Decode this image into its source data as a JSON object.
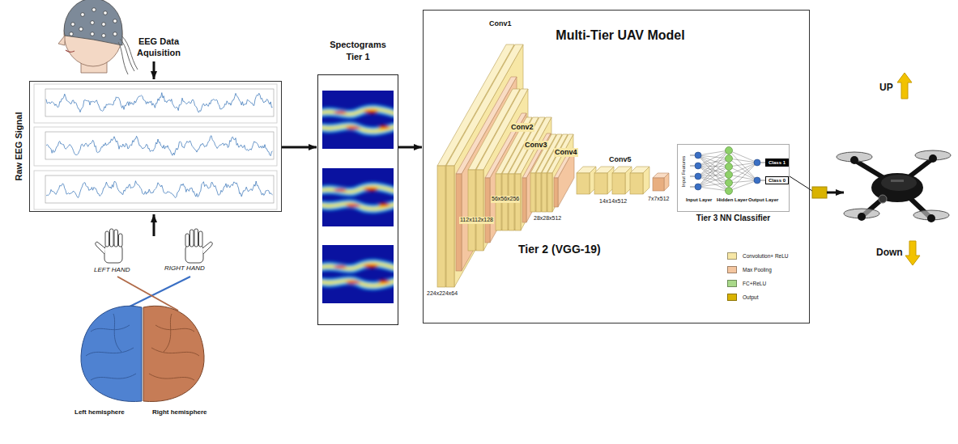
{
  "diagram": {
    "nodes": [
      {
        "text": [
          "Raw EEG Signal"
        ]
      },
      {
        "text": [
          "Spectograms Tier 1"
        ]
      },
      {
        "text": [
          "Multi-Tier UAV Model"
        ]
      },
      {
        "text": [
          "Tier 3 NN Classifier"
        ],
        "in": 2
      },
      {
        "text": [
          "Class 1"
        ],
        "in": 3
      },
      {
        "text": [
          "Class 0"
        ],
        "in": 3
      }
    ],
    "edges": [
      {
        "from": 0,
        "to": 1,
        "arrow": "to"
      },
      {
        "from": 1,
        "to": 2,
        "arrow": "to"
      }
    ],
    "labels": [
      "EEG Data Aquisition",
      "LEFT HAND",
      "RIGHT HAND",
      "Left hemisphere",
      "Right hemisphere",
      "Conv1",
      "Conv2",
      "Conv3",
      "Conv4",
      "Conv5",
      "224x224x64",
      "112x112x128",
      "56x56x256",
      "28x28x512",
      "14x14x512",
      "7x7x512",
      "Tier 2 (VGG-19)",
      "Input Features",
      "Input Layer",
      "Hidden Layer",
      "Output Layer",
      "UP",
      "Down"
    ],
    "legend": [
      {
        "text": "Convolution+ ReLU",
        "color": "#f7e7a6"
      },
      {
        "text": "Max Pooling",
        "color": "#f4c6a0"
      },
      {
        "text": "FC+ReLU",
        "color": "#a9d98a"
      },
      {
        "text": "Output",
        "color": "#d9b300"
      }
    ]
  }
}
